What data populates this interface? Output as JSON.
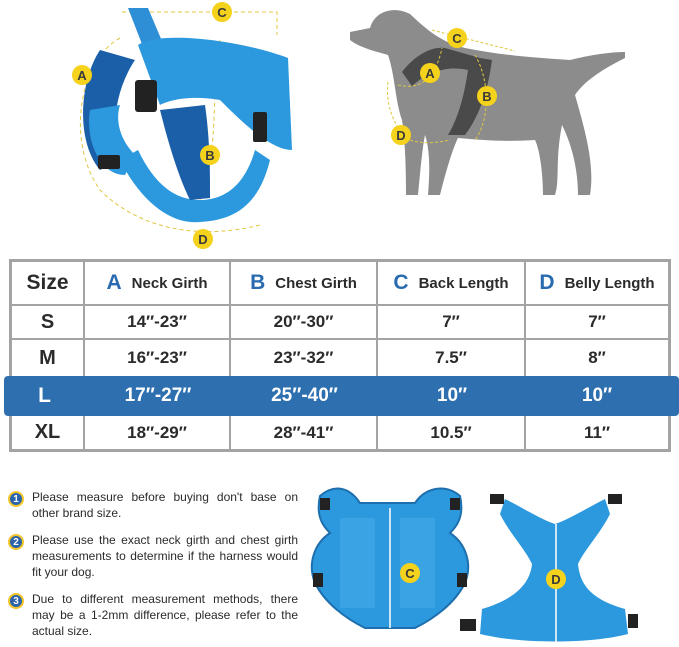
{
  "images": {
    "harness_top": {
      "alt": "Blue tactical dog harness with measurement markers",
      "markers": [
        "A",
        "B",
        "C",
        "D"
      ]
    },
    "dog_diagram": {
      "alt": "Gray dog silhouette wearing harness with measurement markers",
      "markers": [
        "A",
        "B",
        "C",
        "D"
      ]
    },
    "harness_back": {
      "alt": "Harness back panel laid flat",
      "marker": "C"
    },
    "harness_belly": {
      "alt": "Harness belly panel laid flat",
      "marker": "D"
    }
  },
  "table": {
    "header": {
      "size": "Size",
      "columns": [
        {
          "letter": "A",
          "label": "Neck Girth"
        },
        {
          "letter": "B",
          "label": "Chest Girth"
        },
        {
          "letter": "C",
          "label": "Back Length"
        },
        {
          "letter": "D",
          "label": "Belly Length"
        }
      ]
    },
    "rows": [
      {
        "size": "S",
        "neck": "14″-23″",
        "chest": "20″-30″",
        "back": "7″",
        "belly": "7″"
      },
      {
        "size": "M",
        "neck": "16″-23″",
        "chest": "23″-32″",
        "back": "7.5″",
        "belly": "8″"
      },
      {
        "size": "L",
        "neck": "17″-27″",
        "chest": "25″-40″",
        "back": "10″",
        "belly": "10″"
      },
      {
        "size": "XL",
        "neck": "18″-29″",
        "chest": "28″-41″",
        "back": "10.5″",
        "belly": "11″"
      }
    ],
    "highlighted_size": "L",
    "colors": {
      "highlight": "#2e6fb0",
      "letter": "#2a6bb0",
      "border": "#a3a3a3"
    }
  },
  "notes": [
    {
      "num": "1",
      "text": "Please measure before buying don't base on other brand size."
    },
    {
      "num": "2",
      "text": "Please use the exact neck girth and chest girth measurements to determine if the harness would fit your dog."
    },
    {
      "num": "3",
      "text": "Due to different measurement methods, there may be a 1-2mm difference, please refer to the actual size."
    }
  ]
}
